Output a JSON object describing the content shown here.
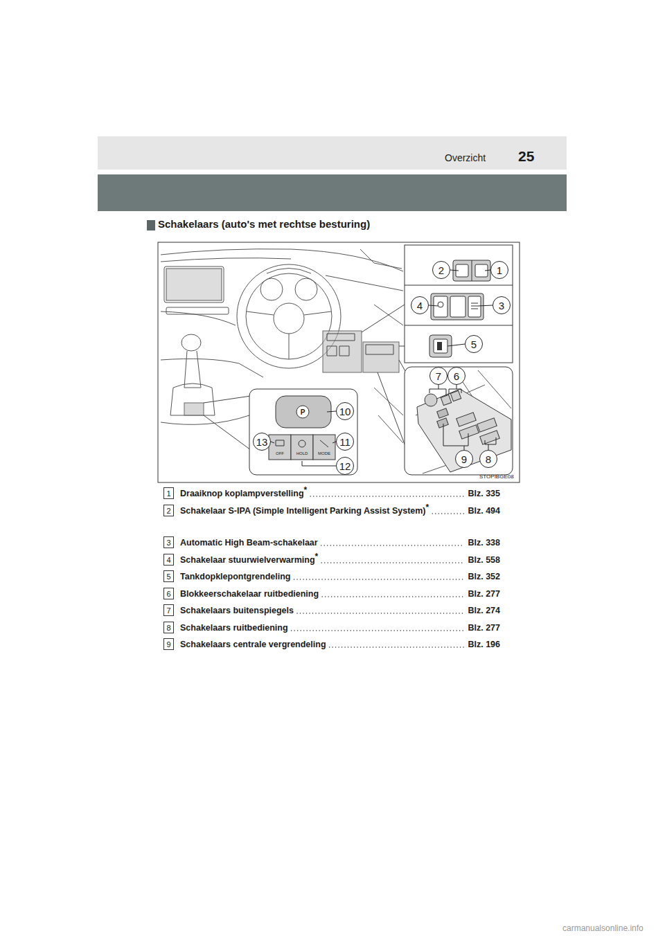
{
  "diagram": {
    "title": "Schakelaars (auto's met rechtse besturing)",
    "labels": [
      "25",
      "Overzicht",
      "1",
      "2",
      "3",
      "4",
      "5",
      "6",
      "7",
      "8",
      "9",
      "10",
      "11",
      "12",
      "13",
      "P",
      "OFF",
      "HOLD",
      "MODE",
      "STOPIBGE08",
      "1",
      "Draaiknop koplampverstelling",
      "*",
      "Blz. 335",
      "2",
      "Schakelaar S-IPA (Simple Intelligent Parking Assist System)",
      "*",
      "Blz. 494",
      "3",
      "Automatic High Beam-schakelaar",
      "Blz. 338",
      "4",
      "Schakelaar stuurwielverwarming",
      "*",
      "Blz. 558",
      "5",
      "Tankdopklepontgrendeling",
      "Blz. 352",
      "6",
      "Blokkeerschakelaar ruitbediening",
      "Blz. 277",
      "7",
      "Schakelaars buitenspiegels",
      "Blz. 274",
      "8",
      "Schakelaars ruitbediening",
      "Blz. 277",
      "9",
      "Schakelaars centrale vergrendeling",
      "Blz. 196",
      "carmanualsonline.info"
    ]
  }
}
